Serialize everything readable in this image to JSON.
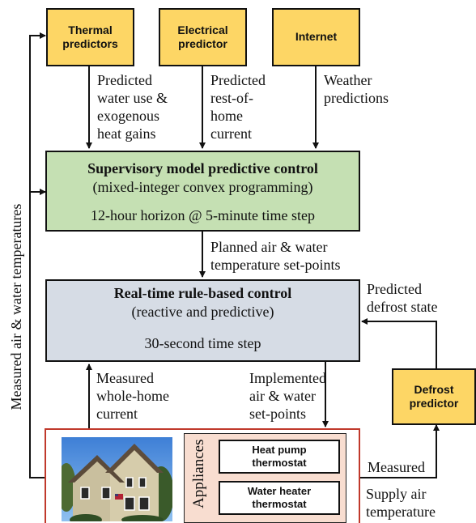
{
  "predictors": {
    "thermal": "Thermal\npredictors",
    "electrical": "Electrical\npredictor",
    "internet": "Internet",
    "defrost": "Defrost\npredictor"
  },
  "labels": {
    "thermal_out": "Predicted\nwater use &\nexogenous\nheat gains",
    "electrical_out": "Predicted\nrest-of-\nhome\ncurrent",
    "internet_out": "Weather\npredictions",
    "mpc_out": "Planned air & water\ntemperature set-points",
    "defrost_out": "Predicted\ndefrost state",
    "measured_current": "Measured\nwhole-home\ncurrent",
    "implemented": "Implemented\nair & water\nset-points",
    "measured_supply": "Measured",
    "supply_temp": "Supply air\ntemperature",
    "feedback": "Measured air & water temperatures"
  },
  "mpc": {
    "title": "Supervisory model predictive control",
    "subtitle": "(mixed-integer convex programming)",
    "horizon": "12-hour horizon @ 5-minute time step",
    "color": "#c5e0b3"
  },
  "rt": {
    "title": "Real-time rule-based control",
    "subtitle": "(reactive and predictive)",
    "step": "30-second time step",
    "color": "#d6dce5"
  },
  "appliances": {
    "label": "Appliances",
    "heat_pump": "Heat pump\nthermostat",
    "water_heater": "Water heater\nthermostat"
  }
}
